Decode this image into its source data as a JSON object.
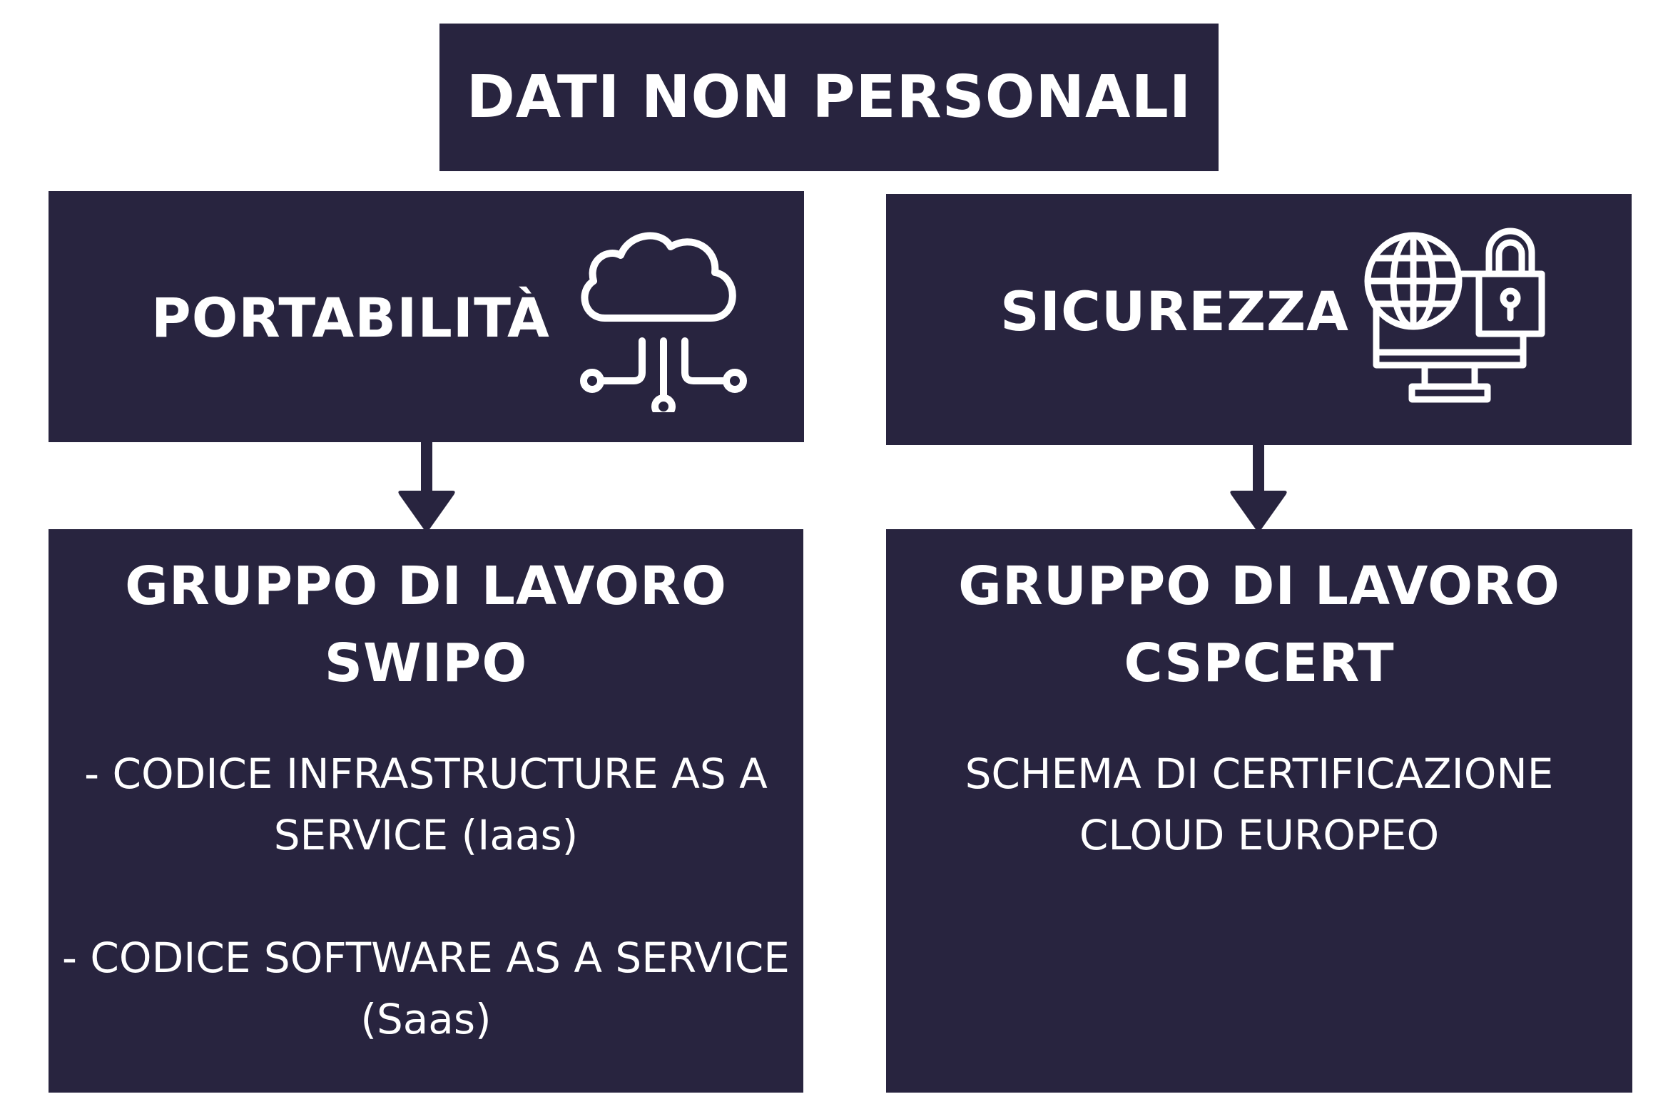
{
  "title": "DATI NON PERSONALI",
  "left": {
    "header": "PORTABILITÀ",
    "icon": "cloud-circuit-icon",
    "group_title_line1": "GRUPPO DI LAVORO",
    "group_title_line2": "SWIPO",
    "item1_line1": "- CODICE INFRASTRUCTURE AS A",
    "item1_line2": "SERVICE (Iaas)",
    "item2_line1": "- CODICE SOFTWARE AS A SERVICE",
    "item2_line2": "(Saas)"
  },
  "right": {
    "header": "SICUREZZA",
    "icon": "globe-monitor-lock-icon",
    "group_title_line1": "GRUPPO DI LAVORO",
    "group_title_line2": "CSPCERT",
    "body_line1": "SCHEMA DI CERTIFICAZIONE",
    "body_line2": "CLOUD EUROPEO"
  },
  "colors": {
    "box": "#28243f",
    "text": "#ffffff",
    "background": "#ffffff"
  }
}
